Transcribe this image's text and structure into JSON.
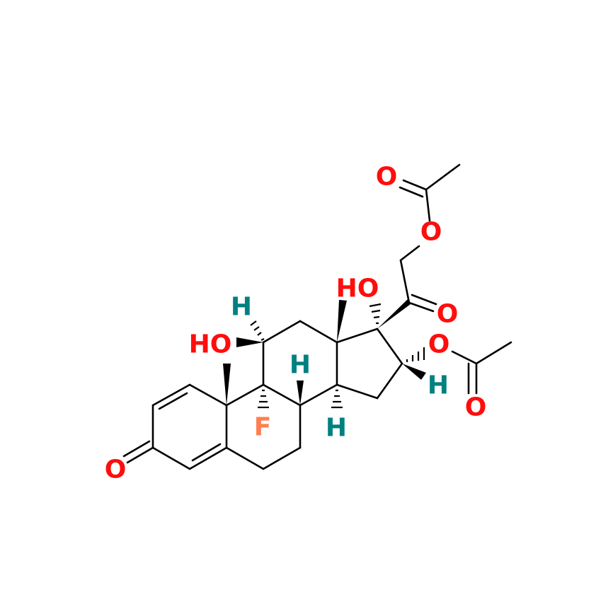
{
  "colors": {
    "bond": "#000000",
    "oxygen": "#ff0d0d",
    "fluorine": "#ff7f50",
    "hydrogen": "#008080",
    "background": "#ffffff"
  },
  "labels": {
    "o_ketone": "O",
    "f": "F",
    "ho_c11": "HO",
    "h_c11": "H",
    "h_c8": "H",
    "h_c14": "H",
    "ho_c17": "HO",
    "o_c20": "O",
    "o_c16": "O",
    "h_c16": "H",
    "o_ac16": "O",
    "o_ester21": "O",
    "o_ac21": "O"
  }
}
